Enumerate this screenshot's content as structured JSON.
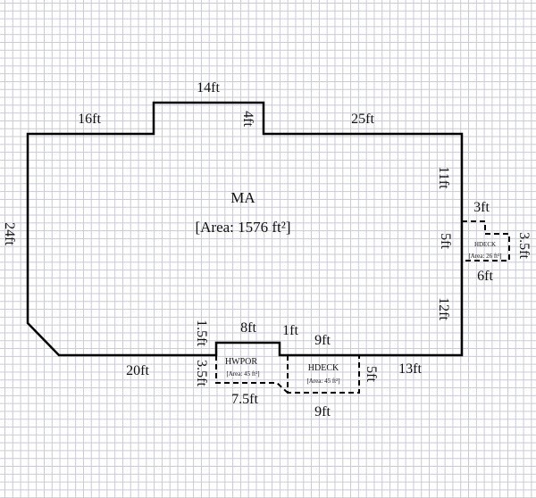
{
  "main_area": {
    "name": "MA",
    "area": "[Area: 1576 ft²]"
  },
  "hwpor": {
    "name": "HWPOR",
    "area": "[Area: 45 ft²]"
  },
  "hdeck_bottom": {
    "name": "HDECK",
    "area": "[Area: 45 ft²]"
  },
  "hdeck_right": {
    "name": "HDECK",
    "area": "[Area: 26 ft²]"
  },
  "dimensions": {
    "top_left": "16ft",
    "notch_top": "14ft",
    "notch_side": "4ft",
    "top_right": "25ft",
    "left": "24ft",
    "right_upper": "11ft",
    "right_deck": "5ft",
    "right_lower": "12ft",
    "bottom_left": "20ft",
    "bottom_right": "13ft",
    "bump_left": "1.5ft",
    "bump_top": "8ft",
    "bump_right": "1ft",
    "hwpor_side": "3.5ft",
    "hwpor_bottom": "7.5ft",
    "hdeck_top": "9ft",
    "hdeck_bottom": "9ft",
    "hdeck_side": "5ft",
    "rdeck_top": "3ft",
    "rdeck_side": "3.5ft",
    "rdeck_bottom": "6ft"
  }
}
